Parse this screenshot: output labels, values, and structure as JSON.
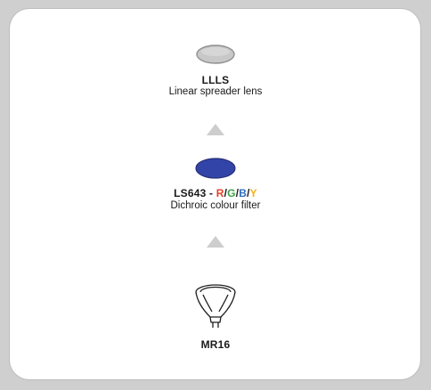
{
  "diagram": {
    "items": [
      {
        "code": "LLLS",
        "description": "Linear spreader lens"
      },
      {
        "code_prefix": "LS643 - ",
        "variants": [
          {
            "letter": "R",
            "color": "#e2402c"
          },
          {
            "letter": "G",
            "color": "#3aa346"
          },
          {
            "letter": "B",
            "color": "#2f6fc1"
          },
          {
            "letter": "Y",
            "color": "#f2b418"
          }
        ],
        "separator": "/",
        "description": "Dichroic colour filter"
      },
      {
        "code": "MR16"
      }
    ],
    "colors": {
      "spreader_lens": "#c8c8c8",
      "colour_filter": "#3344a8",
      "arrow": "#cdcdcd"
    }
  }
}
